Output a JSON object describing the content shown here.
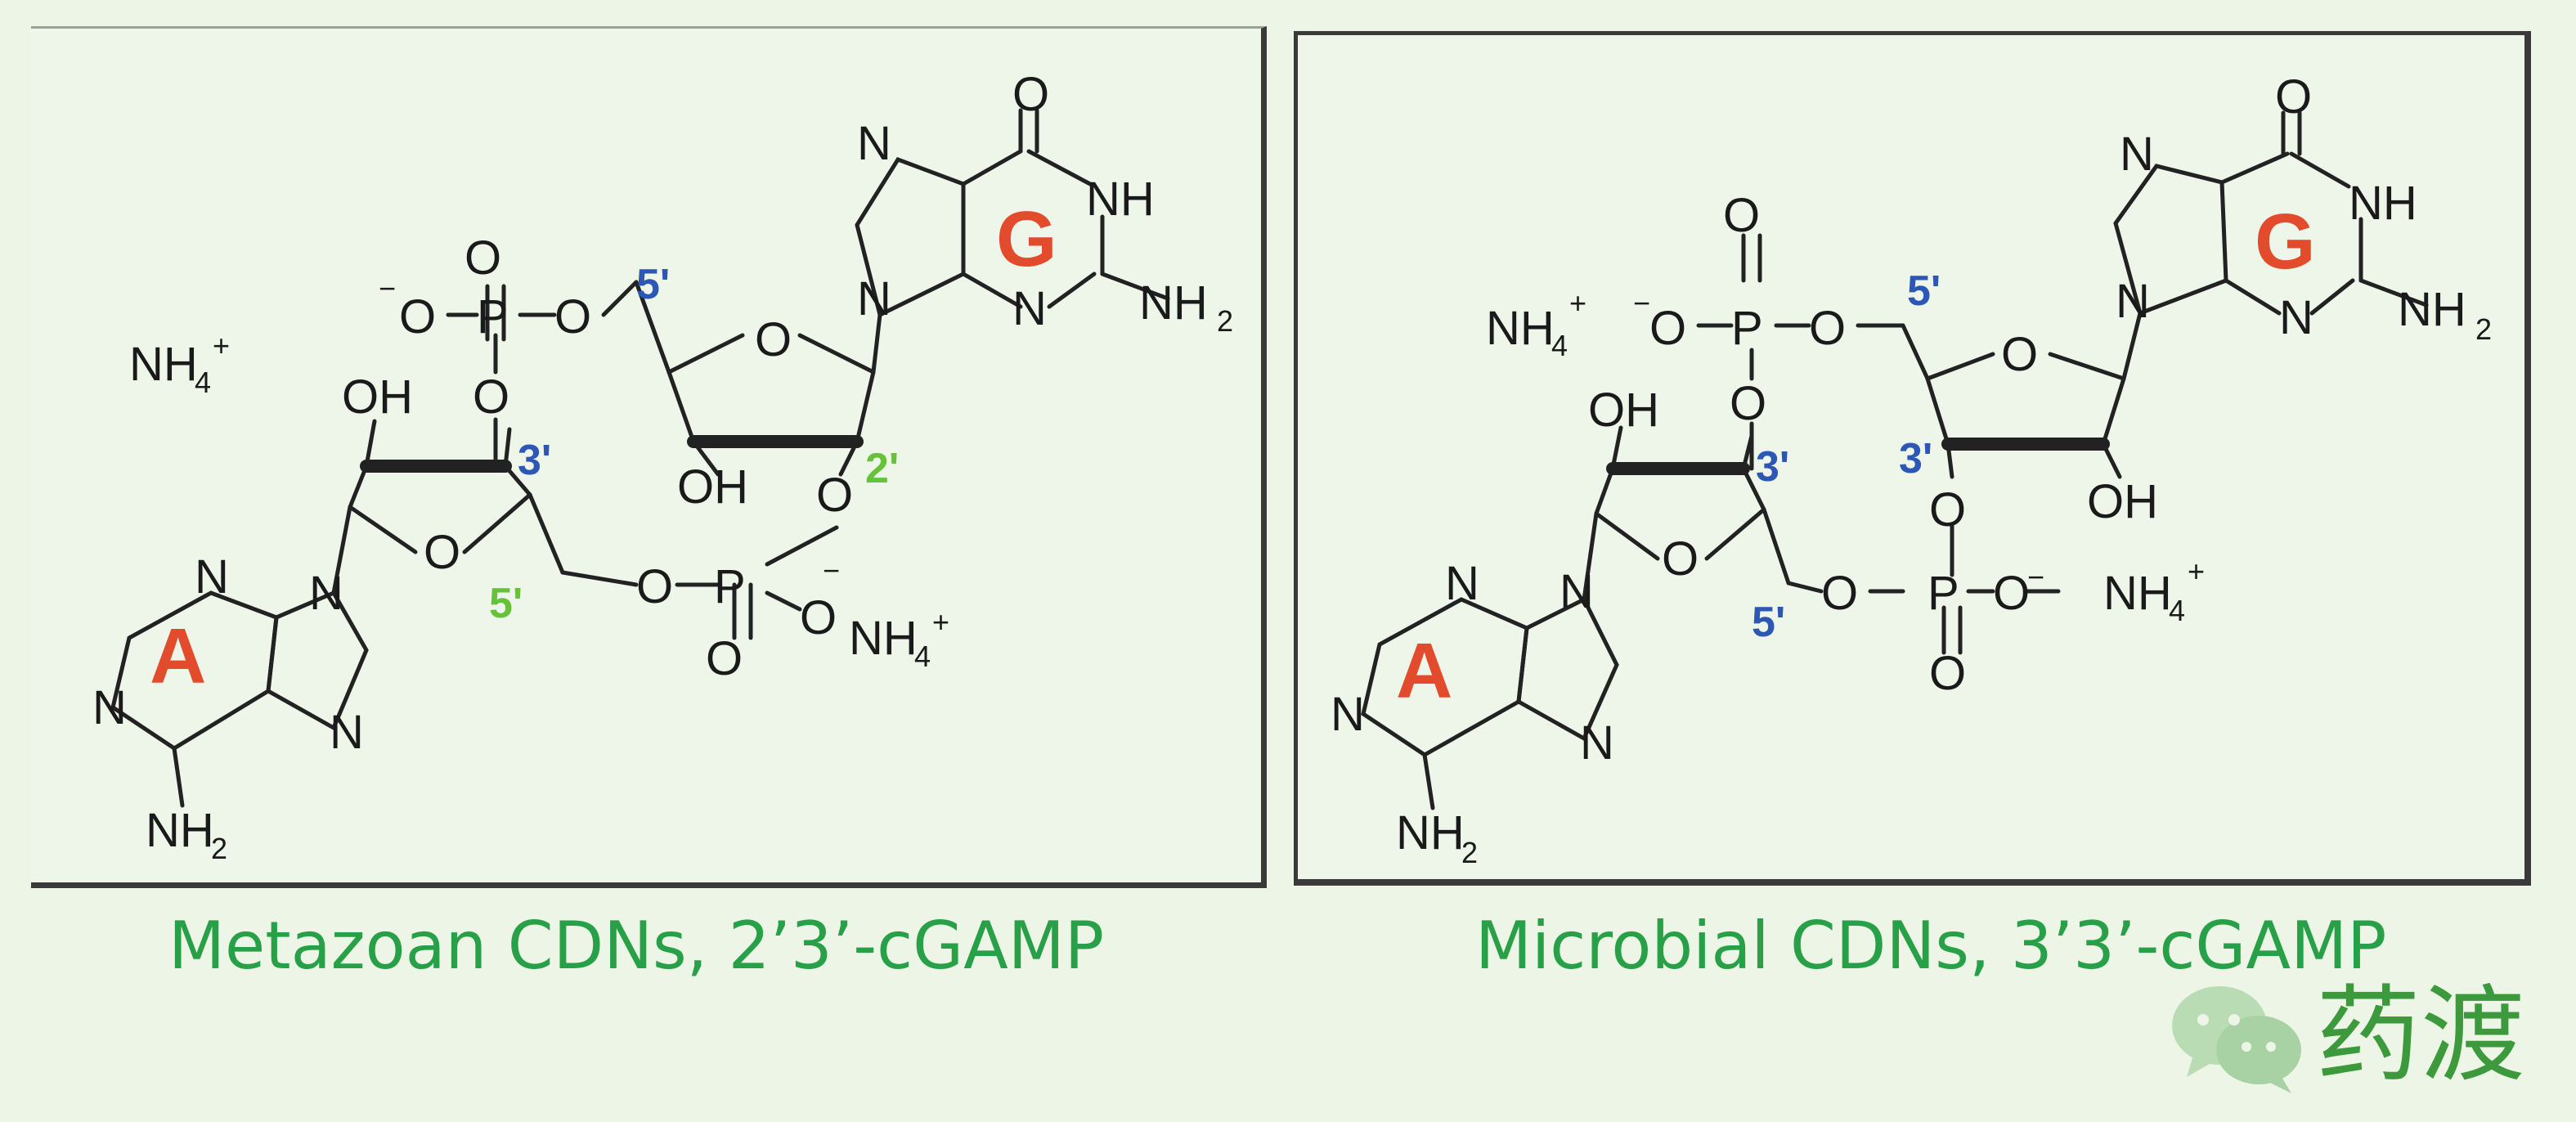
{
  "left": {
    "caption": "Metazoan CDNs, 2’3’-cGAMP",
    "atoms": {
      "o_top": "O",
      "o_minus": "O",
      "p1": "P",
      "o_bridge1": "O",
      "o_bridge2": "O",
      "o_ring_g": "O",
      "oh1": "OH",
      "oh2": "OH",
      "o_ring_a": "O",
      "o_p2a": "O",
      "p2": "P",
      "o_p2b": "O",
      "o_p2c": "O",
      "o_p2d": "O",
      "n_im1": "N",
      "n_im2": "N",
      "n_g1": "NH",
      "n_g2": "N",
      "o_g": "O",
      "n_a1": "N",
      "n_a2": "N",
      "n_a3": "N",
      "n_a4": "N",
      "nh4_a": "NH",
      "nh4_b": "NH",
      "nh2_g": "NH",
      "nh2_a": "NH",
      "sub4": "4",
      "sub2": "2",
      "plus": "+",
      "minus": "−"
    },
    "labels": {
      "l5a": "5'",
      "l3": "3'",
      "l2": "2'",
      "l5b": "5'"
    },
    "bases": {
      "g": "G",
      "a": "A"
    }
  },
  "right": {
    "caption": "Microbial CDNs, 3’3’-cGAMP",
    "atoms": {
      "o_top": "O",
      "o_minus": "O",
      "p1": "P",
      "o_bridge1": "O",
      "o_bridge2": "O",
      "o_ring_g": "O",
      "oh1": "OH",
      "oh2": "OH",
      "o_ring_a": "O",
      "o_p2a": "O",
      "p2": "P",
      "o_p2b": "O",
      "o_p2c": "O",
      "o_p2d": "O",
      "n_im1": "N",
      "n_im2": "N",
      "n_g1": "NH",
      "n_g2": "N",
      "o_g": "O",
      "n_a1": "N",
      "n_a2": "N",
      "n_a3": "N",
      "n_a4": "N",
      "nh4_a": "NH",
      "nh4_b": "NH",
      "nh2_g": "NH",
      "nh2_a": "NH",
      "sub4": "4",
      "sub2": "2",
      "plus": "+",
      "minus": "−"
    },
    "labels": {
      "l5a": "5'",
      "l3a": "3'",
      "l3b": "3'",
      "l5b": "5'"
    },
    "bases": {
      "g": "G",
      "a": "A"
    }
  },
  "watermark": {
    "text": "药渡"
  },
  "colors": {
    "caption": "#27a048",
    "base_label": "#e24b2c",
    "blue_label": "#2c57b5",
    "green_label": "#66c23a"
  },
  "icons": {
    "watermark_logo": "wechat-icon"
  }
}
